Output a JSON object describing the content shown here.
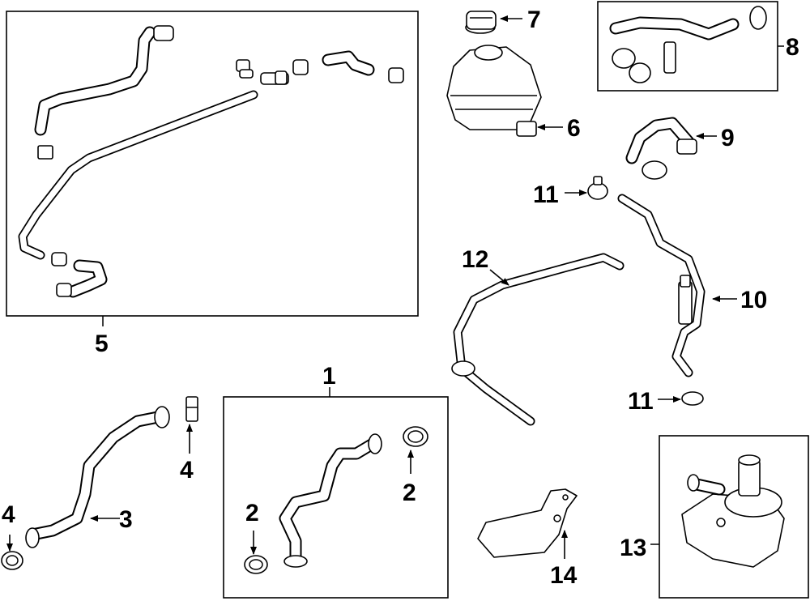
{
  "callouts": {
    "c1": "1",
    "c2a": "2",
    "c2b": "2",
    "c3": "3",
    "c4a": "4",
    "c4b": "4",
    "c5": "5",
    "c6": "6",
    "c7": "7",
    "c8": "8",
    "c9": "9",
    "c10": "10",
    "c11a": "11",
    "c11b": "11",
    "c12": "12",
    "c13": "13",
    "c14": "14"
  }
}
